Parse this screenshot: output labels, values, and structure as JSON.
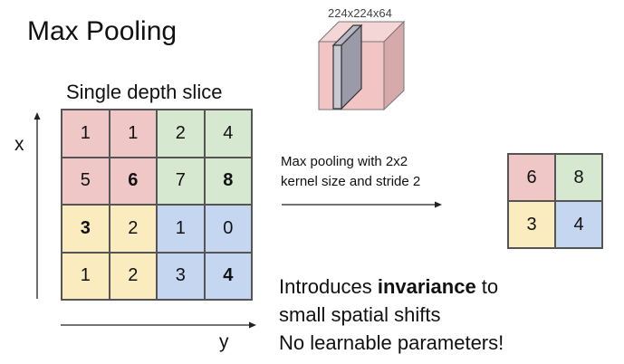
{
  "title": "Max Pooling",
  "volume_label": "224x224x64",
  "slice_label": "Single depth slice",
  "axis_x_label": "x",
  "axis_y_label": "y",
  "operation_lines": [
    "Max pooling with 2x2",
    "kernel size and stride 2"
  ],
  "input_grid": [
    [
      {
        "v": "1",
        "b": false
      },
      {
        "v": "1",
        "b": false
      },
      {
        "v": "2",
        "b": false
      },
      {
        "v": "4",
        "b": false
      }
    ],
    [
      {
        "v": "5",
        "b": false
      },
      {
        "v": "6",
        "b": true
      },
      {
        "v": "7",
        "b": false
      },
      {
        "v": "8",
        "b": true
      }
    ],
    [
      {
        "v": "3",
        "b": true
      },
      {
        "v": "2",
        "b": false
      },
      {
        "v": "1",
        "b": false
      },
      {
        "v": "0",
        "b": false
      }
    ],
    [
      {
        "v": "1",
        "b": false
      },
      {
        "v": "2",
        "b": false
      },
      {
        "v": "3",
        "b": false
      },
      {
        "v": "4",
        "b": true
      }
    ]
  ],
  "output_grid": [
    [
      "6",
      "8"
    ],
    [
      "3",
      "4"
    ]
  ],
  "quadrant_colors": {
    "top_left": "#f0c7c7",
    "top_right": "#d6e8cf",
    "bottom_left": "#fbecc0",
    "bottom_right": "#c5d6f1"
  },
  "notes": {
    "line1_prefix": "Introduces ",
    "line1_bold": "invariance",
    "line1_suffix": " to",
    "line2": "small spatial shifts",
    "line3": "No learnable parameters!"
  }
}
